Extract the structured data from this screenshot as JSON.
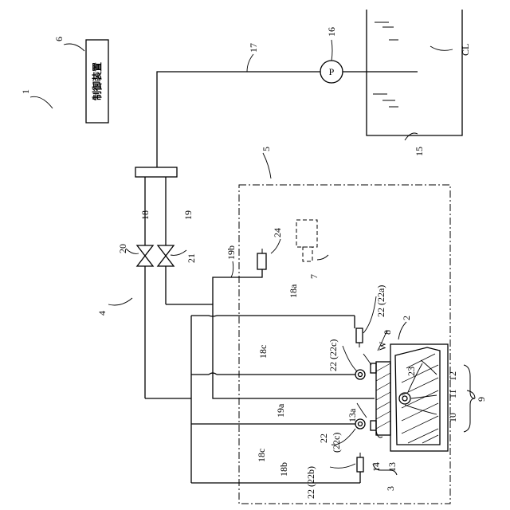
{
  "labels": {
    "control_device": "制御装置",
    "ref_1": "1",
    "ref_2": "2",
    "ref_3": "3",
    "ref_4": "4",
    "ref_5": "5",
    "ref_6": "6",
    "ref_7": "7",
    "ref_8": "8",
    "ref_9": "9",
    "ref_10": "10",
    "ref_11": "11",
    "ref_12": "12",
    "ref_13": "13",
    "ref_13a": "13a",
    "ref_14": "14",
    "ref_15": "15",
    "ref_16": "16",
    "ref_17": "17",
    "ref_18": "18",
    "ref_18a": "18a",
    "ref_18b": "18b",
    "ref_18c_top": "18c",
    "ref_18c_bottom": "18c",
    "ref_19": "19",
    "ref_19a": "19a",
    "ref_19b": "19b",
    "ref_20": "20",
    "ref_21": "21",
    "ref_22_22a": "22 (22a)",
    "ref_22_22b": "22 (22b)",
    "ref_22_22c_upper": "22 (22c)",
    "ref_22_lower": "22",
    "ref_22c_lower": "(22c)",
    "ref_23": "23",
    "ref_24": "24",
    "ref_W": "W",
    "ref_CL": "CL",
    "pump_symbol": "P"
  }
}
